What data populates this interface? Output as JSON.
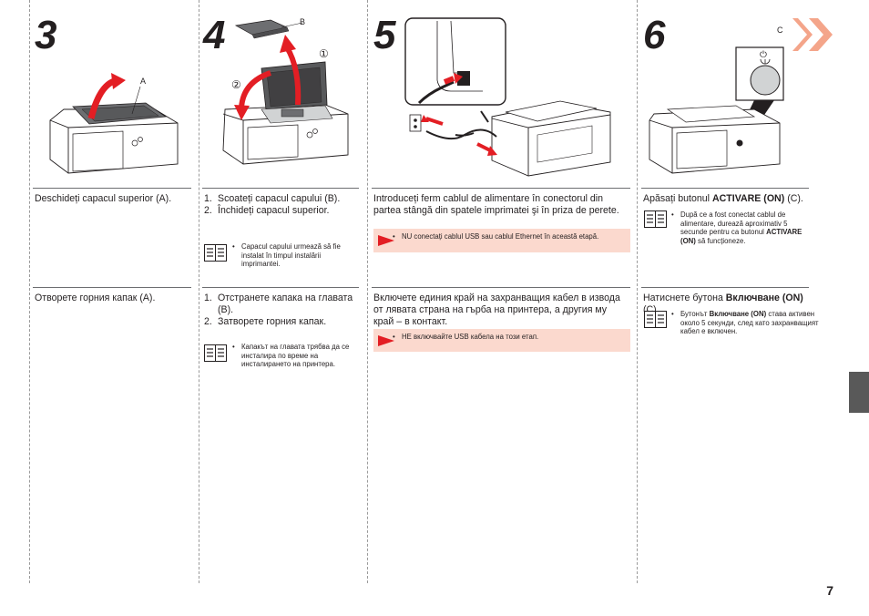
{
  "page_number": "7",
  "arrow_color": "#e31e24",
  "caution_bg": "#fbd9ce",
  "step3": {
    "number": "3",
    "label_a": "A",
    "ro_text": "Deschideți capacul superior (A).",
    "bg_text": "Отворете горния капак (A)."
  },
  "step4": {
    "number": "4",
    "label_b": "B",
    "label_1": "①",
    "label_2": "②",
    "ro_items": [
      {
        "n": "1.",
        "text": "Scoateți capacul capului (B)."
      },
      {
        "n": "2.",
        "text": "Închideți capacul superior."
      }
    ],
    "ro_note": "Capacul capului urmează să fie instalat în timpul instalării imprimantei.",
    "bg_items": [
      {
        "n": "1.",
        "text": "Отстранете капака на главата (B)."
      },
      {
        "n": "2.",
        "text": "Затворете горния капак."
      }
    ],
    "bg_note": "Капакът на главата трябва да се инсталира по време на инсталирането на принтера."
  },
  "step5": {
    "number": "5",
    "ro_text": "Introduceți ferm cablul de alimentare în conectorul din partea stângă din spatele imprimatei şi în priza de perete.",
    "ro_caution": "NU conectați cablul USB sau cablul Ethernet în această etapă.",
    "bg_text": "Включете единия край на захранващия кабел в извода от лявата страна на гърба на принтера, а другия му край – в контакт.",
    "bg_caution": "НЕ включвайте USB кабела на този етап."
  },
  "step6": {
    "number": "6",
    "label_c": "C",
    "ro_text_pre": "Apăsați butonul ",
    "ro_text_bold": "ACTIVARE (ON)",
    "ro_text_post": " (C).",
    "ro_note_1": "După ce a fost conectat cablul de alimentare, durează aproximativ 5 secunde pentru ca butonul ",
    "ro_note_bold": "ACTIVARE (ON)",
    "ro_note_2": " să funcționeze.",
    "bg_text_pre": "Натиснете бутона ",
    "bg_text_bold": "Включване (ON)",
    "bg_text_post": " (C).",
    "bg_note_1": "Бутонът ",
    "bg_note_bold": "Включване (ON)",
    "bg_note_2": " става активен около 5 секунди, след като захранващият кабел е включен."
  },
  "bullet": "•",
  "icons": {
    "manual": "book-icon",
    "caution": "caution-flag-icon",
    "next": "next-arrows-icon",
    "power": "power-icon"
  }
}
